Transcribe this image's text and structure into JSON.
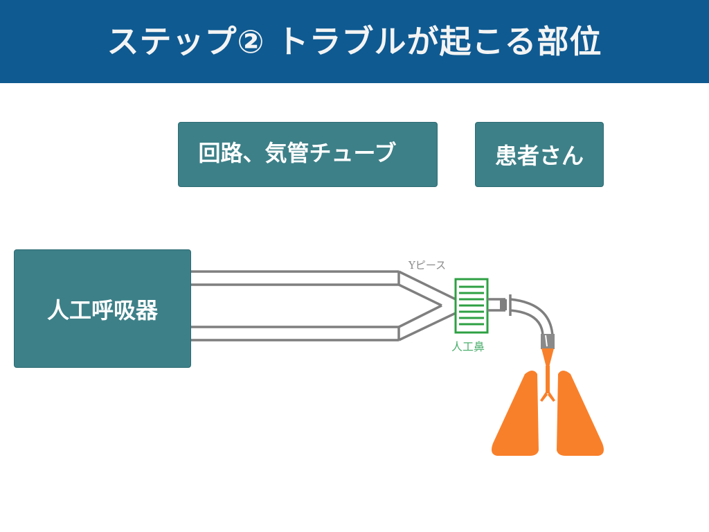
{
  "header": {
    "title": "ステップ② トラブルが起こる部位"
  },
  "categories": {
    "circuit": "回路、気管チューブ",
    "patient": "患者さん"
  },
  "ventilator": {
    "label": "人工呼吸器"
  },
  "diagram": {
    "y_piece_label": "Yピース",
    "hme_label": "人工鼻",
    "colors": {
      "tube": "#7f7f7f",
      "hme": "#2ea043",
      "lungs": "#f9802a",
      "box": "#3d8088",
      "header": "#0f5a91"
    },
    "icons": [
      "y-piece-icon",
      "hme-filter-icon",
      "lungs-icon"
    ]
  }
}
